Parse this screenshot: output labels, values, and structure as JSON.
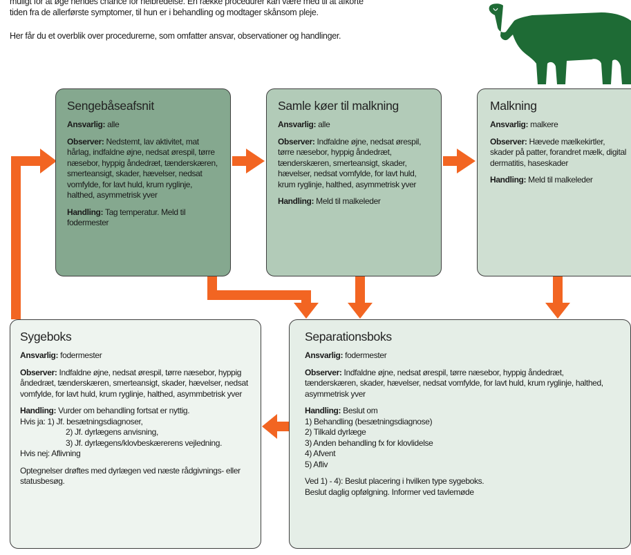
{
  "intro": {
    "line1": "muligt for at øge hendes chance for helbredelse. En række procedurer kan være med til at afkorte",
    "line2": "tiden fra de allerførste symptomer, til hun er i behandling og modtager skånsom pleje.",
    "line3": "Her får du et overblik over procedurerne, som omfatter ansvar, observationer og handlinger."
  },
  "colors": {
    "arrow": "#f26522",
    "cow": "#1e6b35",
    "box1": "#85a88f",
    "box2": "#b2cbb8",
    "box3": "#cfdfd2",
    "box4": "#eef4ef",
    "box5": "#e5eee7"
  },
  "boxes": {
    "sengebaase": {
      "title": "Sengebåseafsnit",
      "ansvar_label": "Ansvarlig:",
      "ansvar": " alle",
      "observer_label": "Observer:",
      "observer": " Nedstemt, lav aktivitet, mat hårlag, indfaldne øjne, nedsat ørespil, tørre næsebor, hyppig åndedræt, tænderskæren, smerteansigt, skader, hævelser, nedsat vomfylde, for lavt huld, krum ryglinje, halthed, asymmetrisk yver",
      "handling_label": "Handling:",
      "handling": " Tag temperatur. Meld til fodermester"
    },
    "samle": {
      "title": "Samle køer til malkning",
      "ansvar_label": "Ansvarlig:",
      "ansvar": " alle",
      "observer_label": "Observer:",
      "observer": " Indfaldne øjne, nedsat ørespil, tørre næsebor, hyppig åndedræt, tænderskæren, smerteansigt, skader, hævelser, nedsat vomfylde, for lavt huld, krum ryglinje, halthed, asymmetrisk yver",
      "handling_label": "Handling:",
      "handling": " Meld til malkeleder"
    },
    "malkning": {
      "title": "Malkning",
      "ansvar_label": "Ansvarlig:",
      "ansvar": " malkere",
      "observer_label": "Observer:",
      "observer": " Hævede mælkekirtler, skader på patter, forandret mælk, digital dermatitis, haseskader",
      "handling_label": "Handling:",
      "handling": " Meld til malkeleder"
    },
    "sygeboks": {
      "title": "Sygeboks",
      "ansvar_label": "Ansvarlig:",
      "ansvar": " fodermester",
      "observer_label": "Observer:",
      "observer": " Indfaldne øjne, nedsat ørespil, tørre næsebor, hyppig åndedræt, tænderskæren, smerteansigt, skader, hævelser, nedsat vomfylde, for lavt huld, krum ryglinje, halthed, asymmbetrisk yver",
      "handling_label": "Handling:",
      "handling": " Vurder om behandling fortsat er nyttig.",
      "hvis_ja_label": "Hvis ja:",
      "hvis_ja": [
        "1) Jf. besætningsdiagnoser,",
        "2) Jf. dyrlægens anvisning,",
        "3) Jf. dyrlægens/klovbeskærerens vejledning."
      ],
      "hvis_nej_label": "Hvis nej:",
      "hvis_nej": " Aflivning",
      "note": "Optegnelser drøftes med dyrlægen ved næste rådgivnings- eller statusbesøg."
    },
    "separation": {
      "title": "Separationsboks",
      "ansvar_label": "Ansvarlig:",
      "ansvar": " fodermester",
      "observer_label": "Observer:",
      "observer": " Indfaldne øjne, nedsat ørespil, tørre næsebor, hyppig åndedræt, tænderskæren, skader, hævelser, nedsat vomfylde, for lavt huld, krum ryglinje, halthed, asymmetrisk yver",
      "handling_label": "Handling:",
      "handling": " Beslut om",
      "options": [
        "1) Behandling (besætningsdiagnose)",
        "2) Tilkald dyrlæge",
        "3) Anden behandling fx for klovlidelse",
        "4) Afvent",
        "5) Afliv"
      ],
      "footer1": "Ved 1) - 4): Beslut placering i hvilken type sygeboks.",
      "footer2": "Beslut daglig opfølgning. Informer ved tavlemøde"
    }
  }
}
